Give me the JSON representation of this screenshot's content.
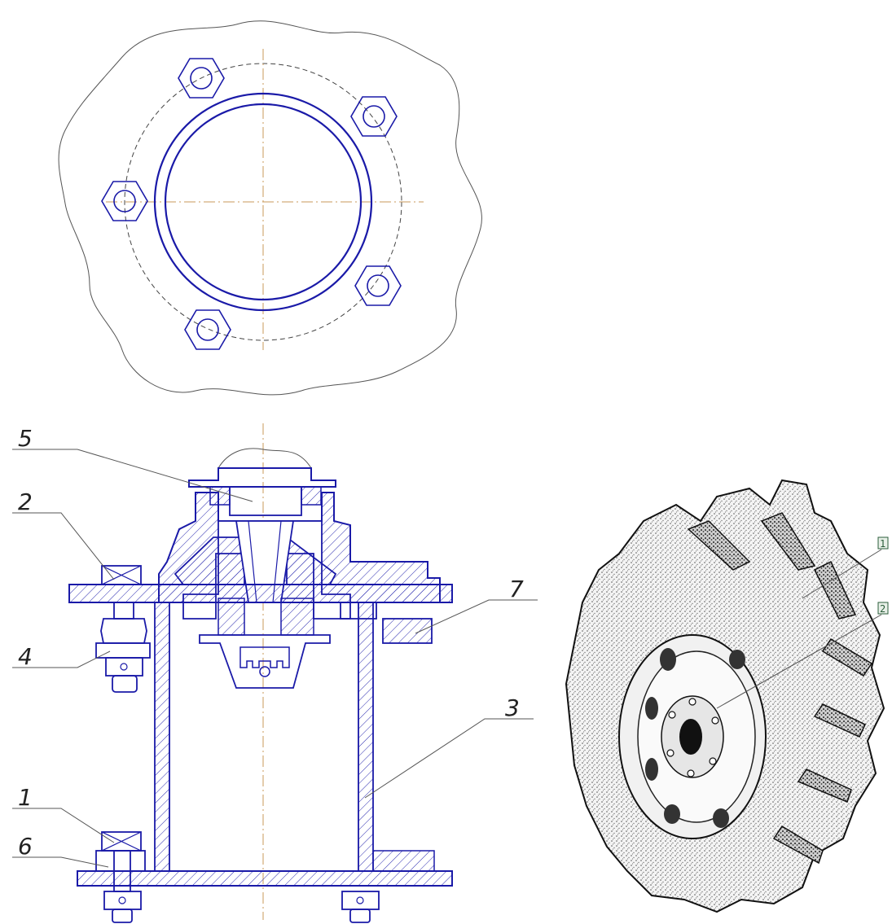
{
  "section_labels": {
    "l1": "1",
    "l2": "2",
    "l3": "3",
    "l4": "4",
    "l5": "5",
    "l6": "6",
    "l7": "7"
  },
  "tire_labels": {
    "t1": "1",
    "t2": "2"
  },
  "colors": {
    "outline": "#1a1aa8",
    "hatch": "#2b2bb0",
    "centerline": "#c89a5a",
    "leader": "#555555",
    "tire_label": "#2a5d3a"
  }
}
